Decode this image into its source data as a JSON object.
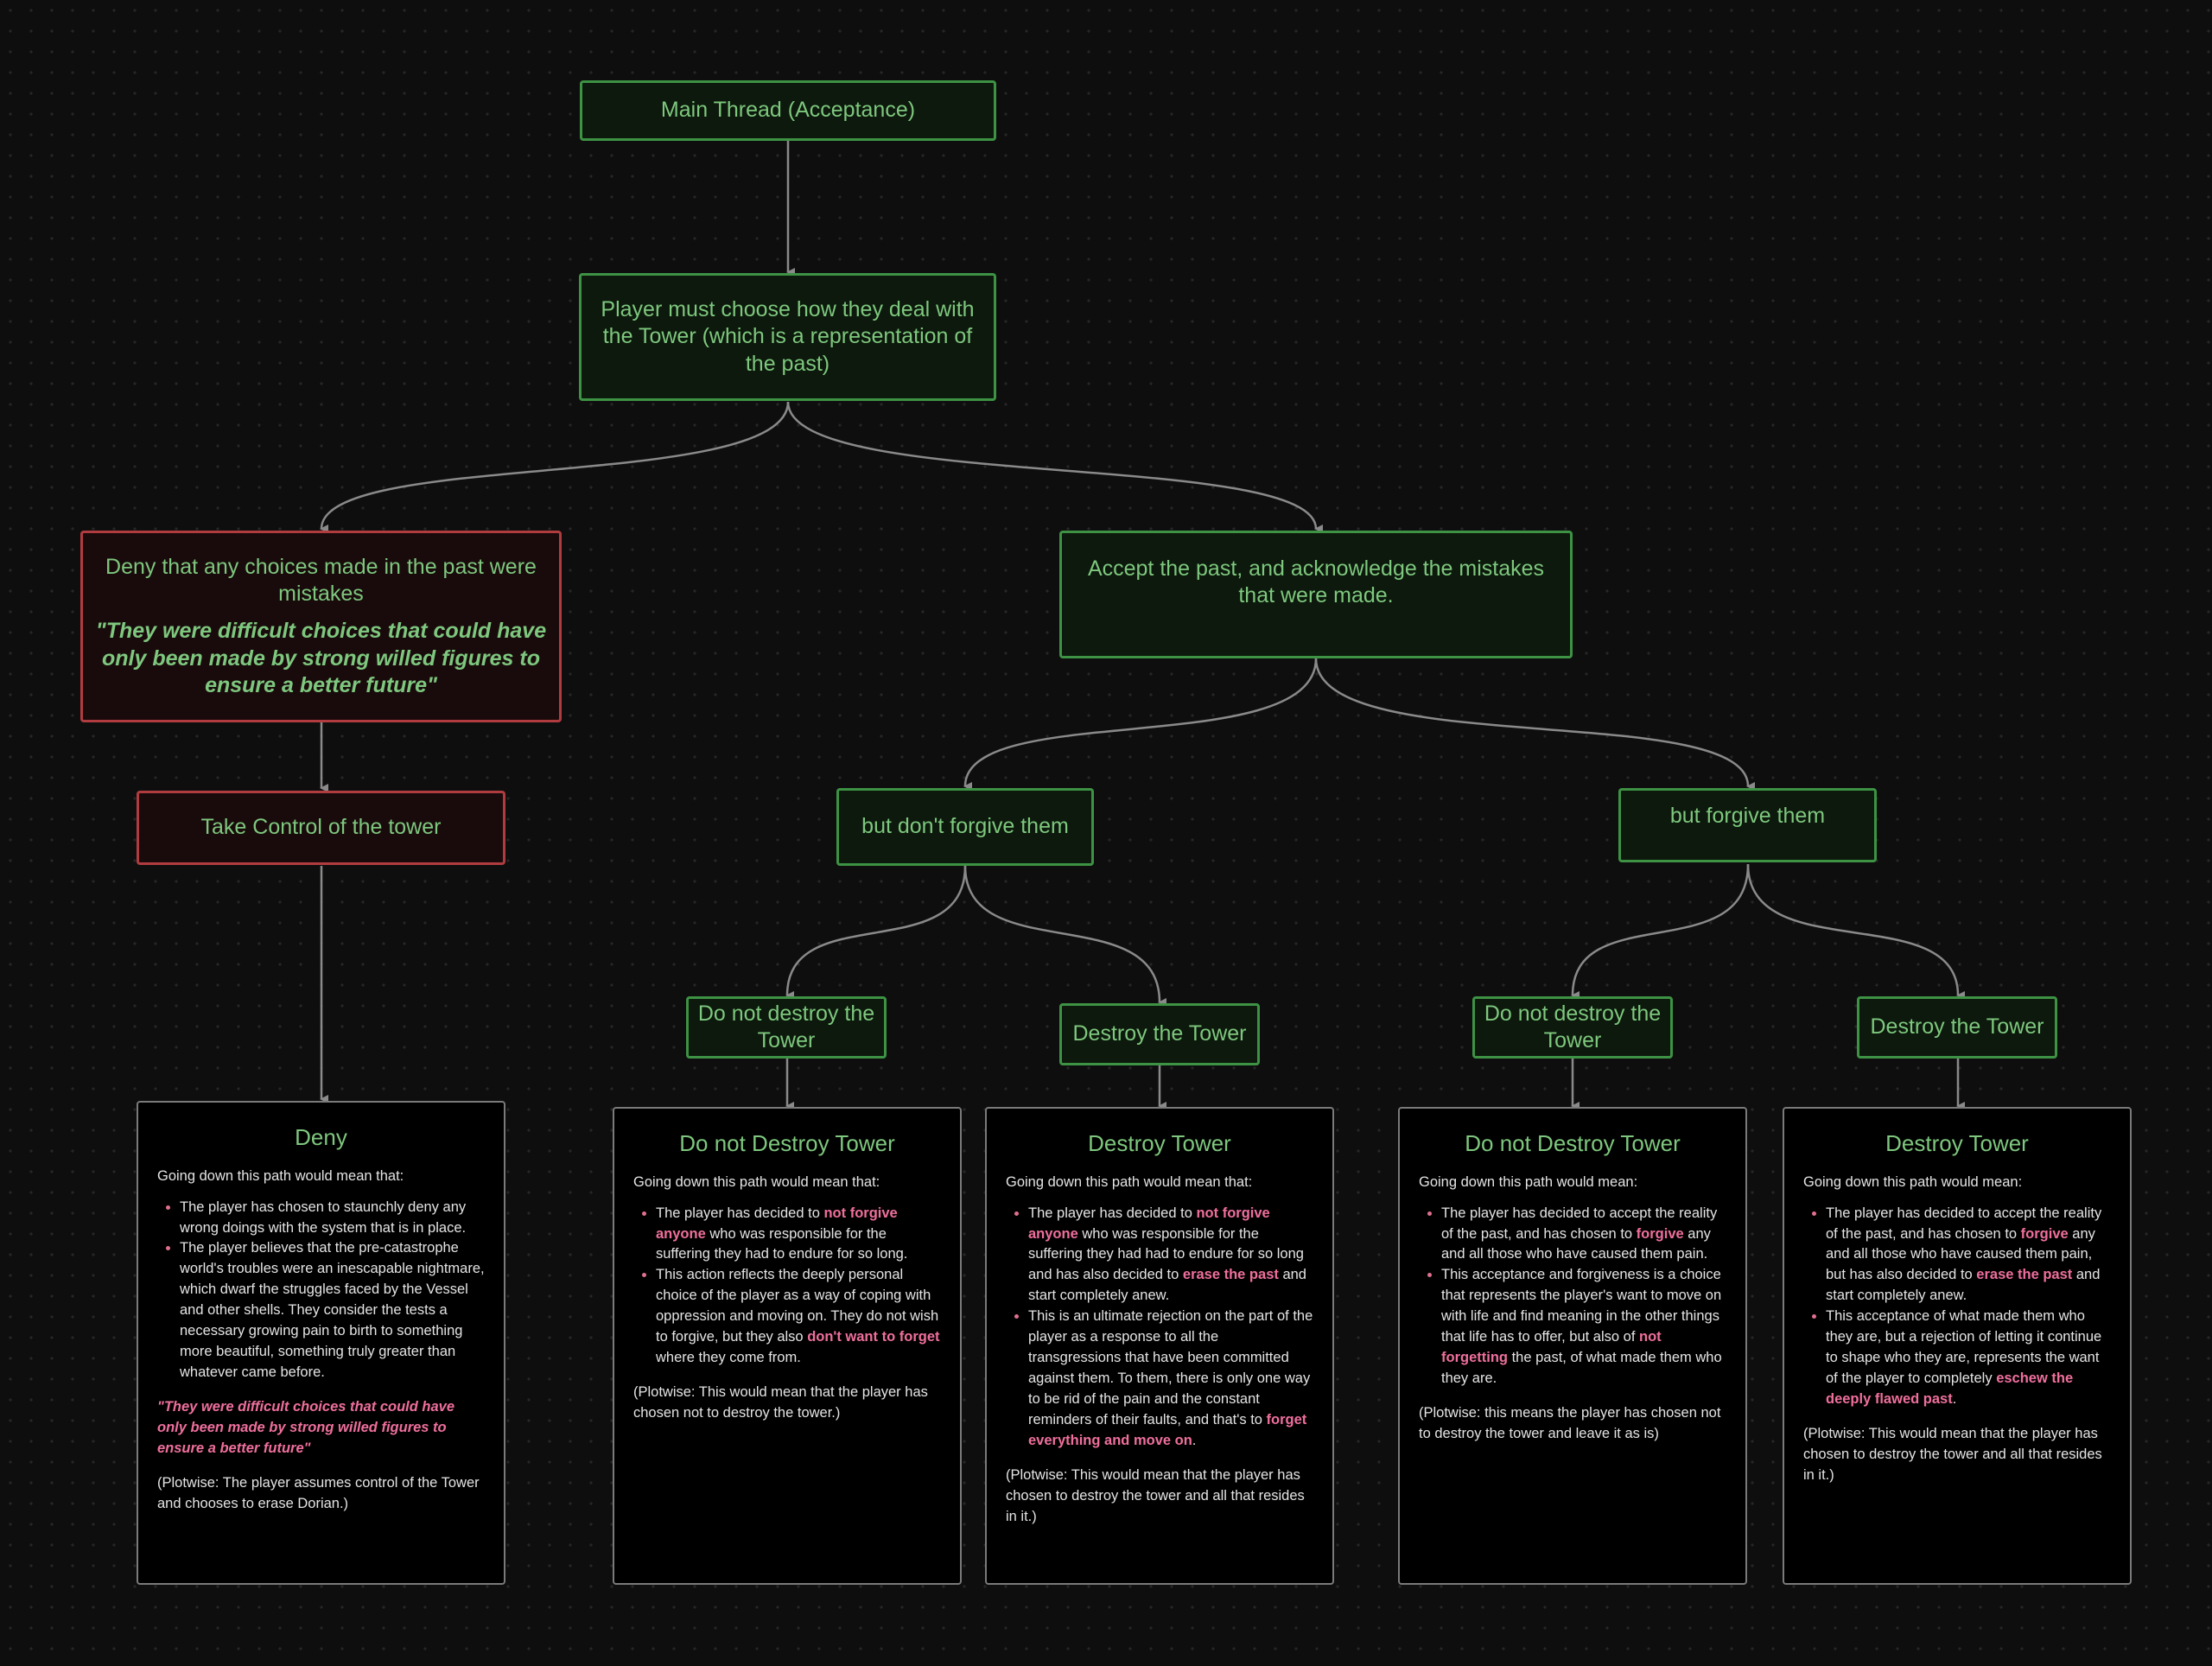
{
  "nodes": {
    "main": "Main Thread (Acceptance)",
    "choose": "Player must choose how they deal with the Tower (which is a representation of the past)",
    "deny": {
      "text": "Deny that any choices made in the past were mistakes",
      "quote": "\"They were difficult choices that could have only been made by strong willed figures to ensure a better future\""
    },
    "accept": "Accept the past, and acknowledge the mistakes that were made.",
    "control": "Take Control of the tower",
    "dont_forgive": "but don't forgive them",
    "forgive": "but forgive them",
    "dnd_a": "Do not destroy the Tower",
    "d_a": "Destroy the Tower",
    "dnd_b": "Do not destroy the Tower",
    "d_b": "Destroy the Tower"
  },
  "cards": {
    "deny": {
      "title": "Deny",
      "intro": "Going down this path would mean that:",
      "b1": "The player has chosen to staunchly deny any wrong doings with the system that is in place.",
      "b2": "The player believes that the pre-catastrophe world's troubles were an inescapable nightmare, which dwarf the struggles faced by the Vessel and other shells. They consider the tests a necessary growing pain to birth to something more beautiful, something truly greater than whatever came before.",
      "quote": "\"They were difficult choices that could have only been made by strong willed figures to ensure a better future\"",
      "note": "(Plotwise: The player assumes control of the Tower and chooses to erase Dorian.)"
    },
    "dnd1": {
      "title": "Do not Destroy Tower",
      "intro": "Going down this path would mean that:",
      "b1a": "The player has decided to ",
      "b1h": "not forgive anyone",
      "b1b": " who was responsible for the suffering they had to endure for so long.",
      "b2a": "This action reflects the deeply personal choice of the player as a way of coping with oppression and moving on. They do not wish to forgive, but they also ",
      "b2h": "don't want to forget",
      "b2b": " where they come from.",
      "note": "(Plotwise: This would mean that the player has chosen not to destroy the tower.)"
    },
    "d1": {
      "title": "Destroy Tower",
      "intro": "Going down this path would mean that:",
      "b1a": "The player has decided to ",
      "b1h": "not forgive anyone",
      "b1b": " who was responsible for the suffering they had had to endure for so long and has also decided to ",
      "b1h2": "erase the past",
      "b1c": " and start completely anew.",
      "b2a": "This is an ultimate rejection on the part of the player as a response to all the transgressions that have been committed against them. To them, there is only one way to be rid of the pain and the constant reminders of their faults, and that's to ",
      "b2h": "forget everything and move on",
      "b2b": ".",
      "note": "(Plotwise: This would mean that the player has chosen to destroy the tower and all that resides in it.)"
    },
    "dnd2": {
      "title": "Do not Destroy Tower",
      "intro": "Going down this path would mean:",
      "b1a": "The player has decided to accept the reality of the past, and has chosen to ",
      "b1h": "forgive",
      "b1b": " any and all those who have caused them pain.",
      "b2a": "This acceptance and forgiveness is a choice that represents the player's want to move on with life and find meaning in the other things that life has to offer, but also of ",
      "b2h": "not forgetting",
      "b2b": " the past, of what made them who they are.",
      "note": "(Plotwise: this means the player has chosen not to destroy the tower and leave it as is)"
    },
    "d2": {
      "title": "Destroy Tower",
      "intro": "Going down this path would mean:",
      "b1a": "The player has decided to accept the reality of the past, and has chosen to ",
      "b1h": "forgive",
      "b1b": " any and all those who have caused them pain, but has also decided to ",
      "b1h2": "erase the past",
      "b1c": " and start completely anew.",
      "b2a": "This acceptance of what made them who they are, but a rejection of letting it continue to shape who they are, represents the want of the player to completely ",
      "b2h": "eschew the deeply flawed past",
      "b2b": ".",
      "note": "(Plotwise: This would mean that the player has chosen to destroy the tower and all that resides in it.)"
    }
  },
  "colors": {
    "node_text": "#7ec77e",
    "node_border_green": "#3d9244",
    "node_border_red": "#b13c40",
    "highlight": "#ef6f9c",
    "edge": "#8a8a8a"
  }
}
